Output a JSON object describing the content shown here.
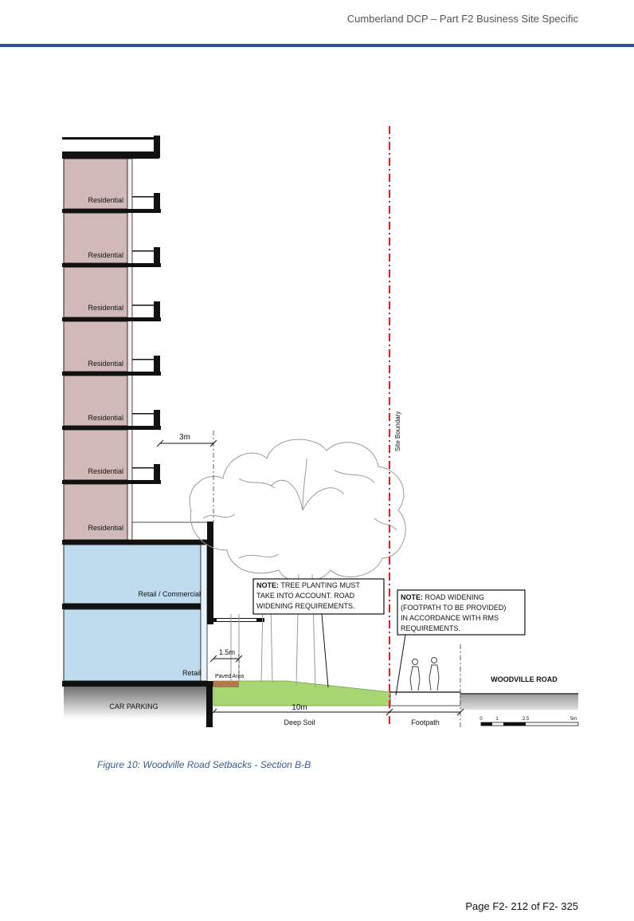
{
  "header": {
    "title": "Cumberland DCP – Part F2 Business Site Specific"
  },
  "figure": {
    "residential_label": "Residential",
    "retail_commercial_label": "Retail / Commercial",
    "retail_label": "Retail",
    "car_parking_label": "CAR PARKING",
    "setback_3m": "3m",
    "setback_1_5m": "1.5m",
    "paved_area": "Paved Area",
    "dim_10m": "10m",
    "deep_soil": "Deep Soil",
    "footpath": "Footpath",
    "site_boundary": "Site Boundary",
    "road_name": "WOODVILLE ROAD",
    "note_tree": {
      "prefix": "NOTE:",
      "line1": " TREE PLANTING MUST",
      "line2": "TAKE INTO ACCOUNT. ROAD",
      "line3": "WIDENING REQUIREMENTS."
    },
    "note_road": {
      "prefix": "NOTE:",
      "line1": " ROAD WIDENING",
      "line2": "(FOOTPATH TO BE PROVIDED)",
      "line3": "IN ACCORDANCE WITH RMS",
      "line4": "REQUIREMENTS."
    },
    "scale_ticks": [
      "0",
      "1",
      "2.5",
      "5m"
    ],
    "colors": {
      "residential": "#d2b9b9",
      "retail": "#bfdcee",
      "deep_soil": "#a8d672",
      "paved": "#b07a4e",
      "ground": "#8c8c8c",
      "boundary": "#e02020"
    }
  },
  "caption": "Figure 10: Woodville Road Setbacks - Section B-B",
  "footer": {
    "page": "Page F2- 212 of F2- 325"
  }
}
